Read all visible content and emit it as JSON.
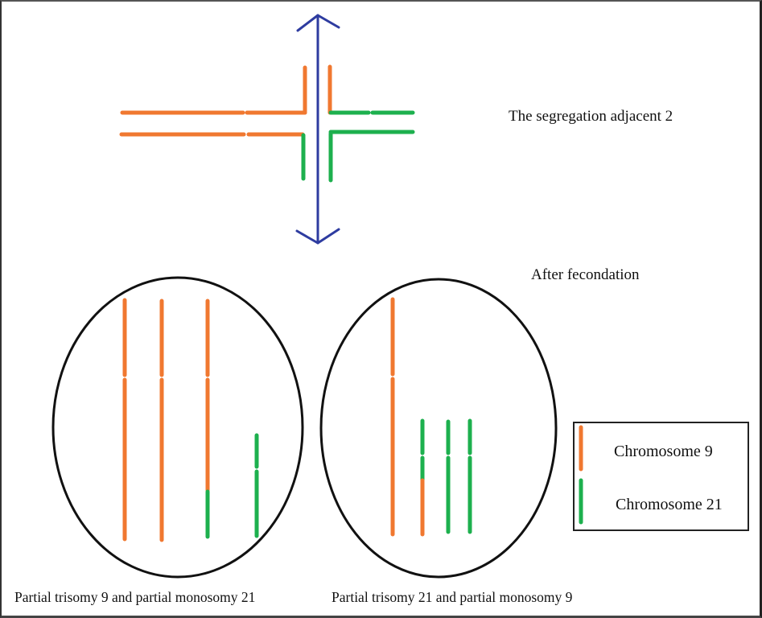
{
  "title": "The segregation adjacent 2",
  "subtitle": "After fecondation",
  "colors": {
    "chromosome_9": "#F07830",
    "chromosome_21": "#1DB04E",
    "arrow": "#2E3CA0",
    "outline": "#111111"
  },
  "legend": {
    "items": [
      {
        "label": "Chromosome 9",
        "color_key": "chromosome_9"
      },
      {
        "label": "Chromosome 21",
        "color_key": "chromosome_21"
      }
    ]
  },
  "cells": [
    {
      "caption": "Partial trisomy 9 and partial monosomy 21",
      "chromosomes": [
        {
          "type": "chromosome 9",
          "segments": [
            "chromosome_9"
          ]
        },
        {
          "type": "chromosome 9",
          "segments": [
            "chromosome_9"
          ]
        },
        {
          "type": "derivative 9",
          "segments": [
            "chromosome_9",
            "chromosome_21"
          ]
        },
        {
          "type": "chromosome 21",
          "segments": [
            "chromosome_21"
          ]
        }
      ]
    },
    {
      "caption": "Partial trisomy 21 and partial monosomy 9",
      "chromosomes": [
        {
          "type": "chromosome 9",
          "segments": [
            "chromosome_9"
          ]
        },
        {
          "type": "derivative 21",
          "segments": [
            "chromosome_21",
            "chromosome_9"
          ]
        },
        {
          "type": "chromosome 21",
          "segments": [
            "chromosome_21"
          ]
        },
        {
          "type": "chromosome 21",
          "segments": [
            "chromosome_21"
          ]
        }
      ]
    }
  ]
}
